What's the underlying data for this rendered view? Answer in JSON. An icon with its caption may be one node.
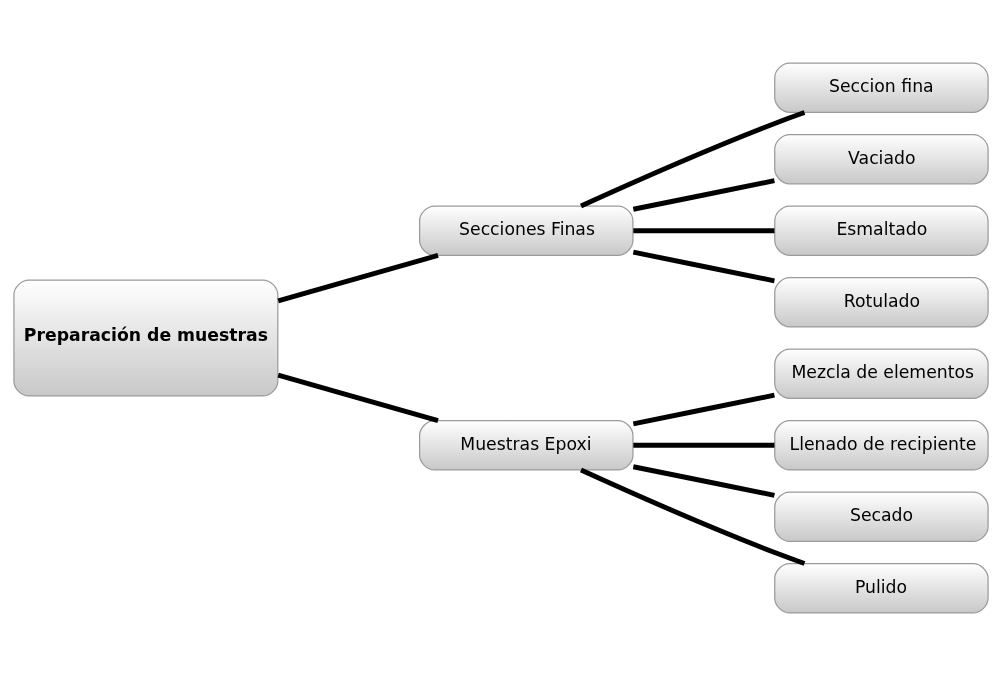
{
  "diagram": {
    "nodes": [
      {
        "text": [
          "Preparación de muestras"
        ]
      },
      {
        "text": [
          "Secciones Finas"
        ]
      },
      {
        "text": [
          "Seccion fina"
        ]
      },
      {
        "text": [
          "Vaciado"
        ]
      },
      {
        "text": [
          "Esmaltado"
        ]
      },
      {
        "text": [
          "Rotulado"
        ]
      },
      {
        "text": [
          "Muestras Epoxi"
        ]
      },
      {
        "text": [
          "Mezcla de elementos"
        ]
      },
      {
        "text": [
          "Llenado de recipiente"
        ]
      },
      {
        "text": [
          "Secado"
        ]
      },
      {
        "text": [
          "Pulido"
        ]
      }
    ],
    "edges": [
      {
        "from": 0,
        "to": 1,
        "arrow": "none"
      },
      {
        "from": 0,
        "to": 6,
        "arrow": "none"
      },
      {
        "from": 1,
        "to": 2,
        "arrow": "none"
      },
      {
        "from": 1,
        "to": 3,
        "arrow": "none"
      },
      {
        "from": 1,
        "to": 4,
        "arrow": "none"
      },
      {
        "from": 1,
        "to": 5,
        "arrow": "none"
      },
      {
        "from": 6,
        "to": 7,
        "arrow": "none"
      },
      {
        "from": 6,
        "to": 8,
        "arrow": "none"
      },
      {
        "from": 6,
        "to": 9,
        "arrow": "none"
      },
      {
        "from": 6,
        "to": 10,
        "arrow": "none"
      }
    ]
  }
}
